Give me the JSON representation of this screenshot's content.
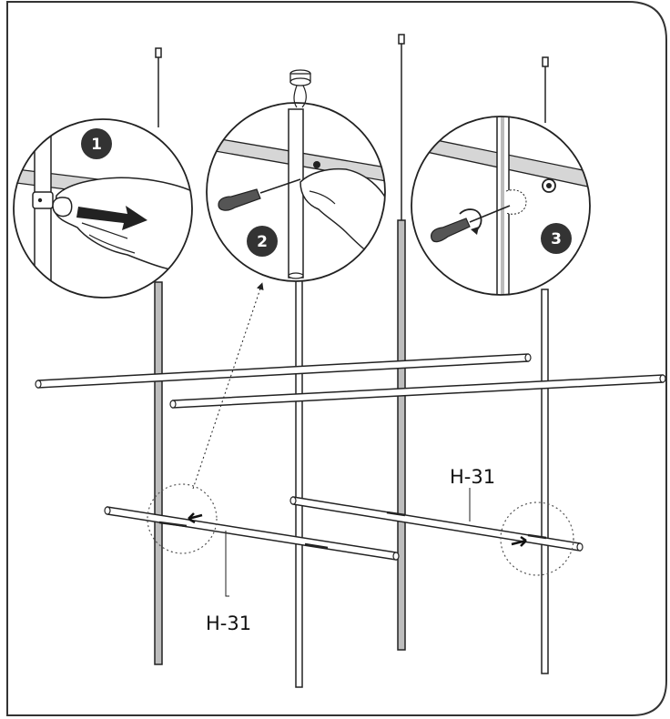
{
  "steps": [
    {
      "number": "1"
    },
    {
      "number": "2"
    },
    {
      "number": "3"
    }
  ],
  "part_labels": [
    "H-31",
    "H-31"
  ],
  "colors": {
    "frame": "#333333",
    "rod": "#aaaaaa",
    "line": "#222222",
    "step_badge": "#333333"
  }
}
